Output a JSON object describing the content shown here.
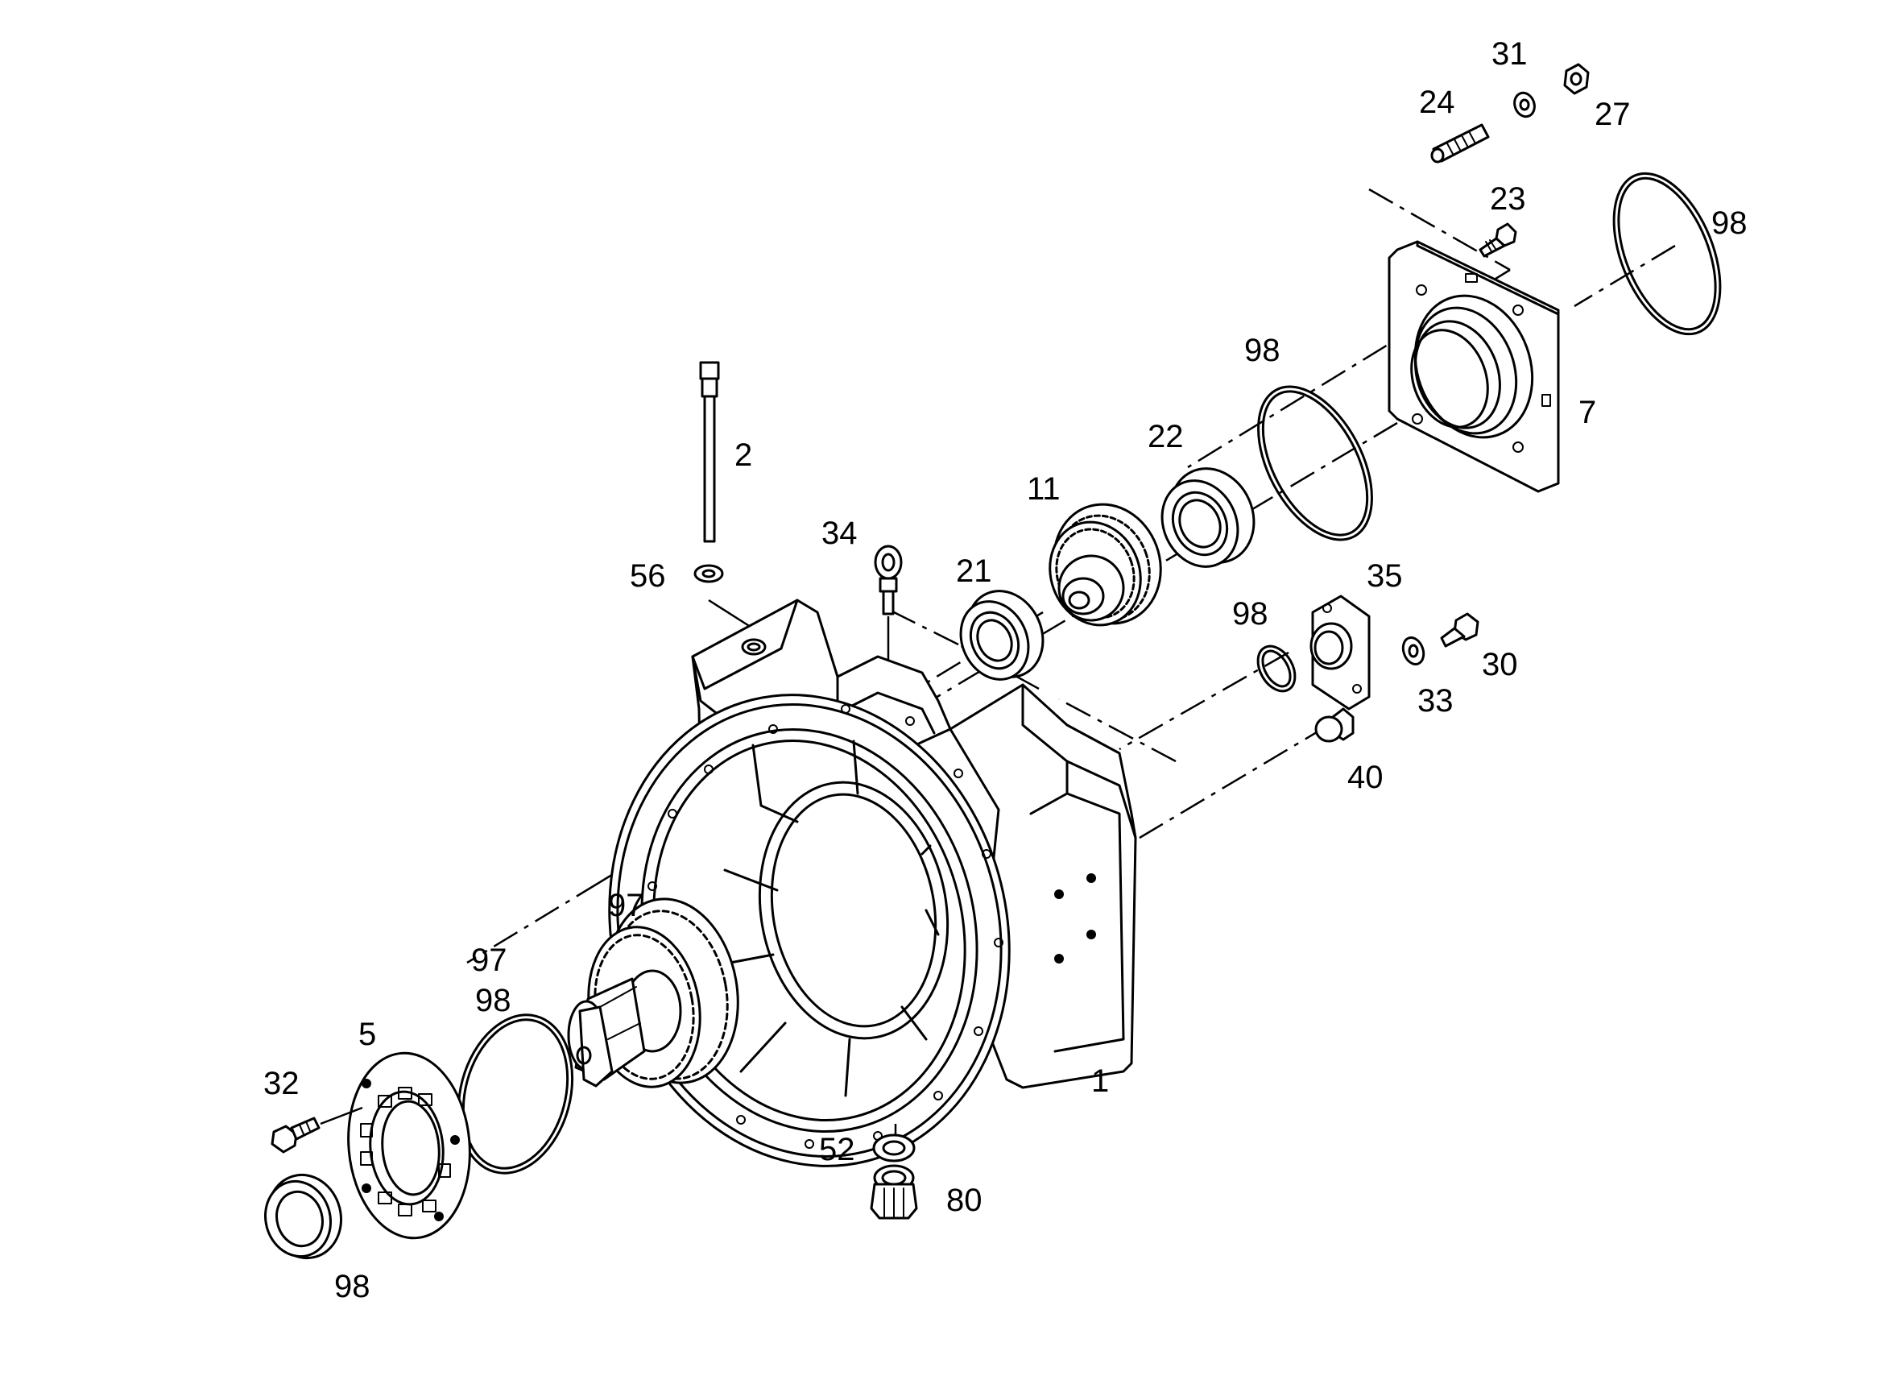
{
  "callouts": [
    {
      "id": "c1",
      "label": "1"
    },
    {
      "id": "c2",
      "label": "2"
    },
    {
      "id": "c5",
      "label": "5"
    },
    {
      "id": "c7",
      "label": "7"
    },
    {
      "id": "c11",
      "label": "11"
    },
    {
      "id": "c21",
      "label": "21"
    },
    {
      "id": "c22",
      "label": "22"
    },
    {
      "id": "c23",
      "label": "23"
    },
    {
      "id": "c24",
      "label": "24"
    },
    {
      "id": "c27",
      "label": "27"
    },
    {
      "id": "c30",
      "label": "30"
    },
    {
      "id": "c31",
      "label": "31"
    },
    {
      "id": "c32",
      "label": "32"
    },
    {
      "id": "c33",
      "label": "33"
    },
    {
      "id": "c34",
      "label": "34"
    },
    {
      "id": "c35",
      "label": "35"
    },
    {
      "id": "c40",
      "label": "40"
    },
    {
      "id": "c52",
      "label": "52"
    },
    {
      "id": "c56",
      "label": "56"
    },
    {
      "id": "c80",
      "label": "80"
    },
    {
      "id": "c97a",
      "label": "97"
    },
    {
      "id": "c97b",
      "label": "97"
    },
    {
      "id": "c98a",
      "label": "98"
    },
    {
      "id": "c98b",
      "label": "98"
    },
    {
      "id": "c98c",
      "label": "98"
    },
    {
      "id": "c98d",
      "label": "98"
    },
    {
      "id": "c98e",
      "label": "98"
    }
  ]
}
